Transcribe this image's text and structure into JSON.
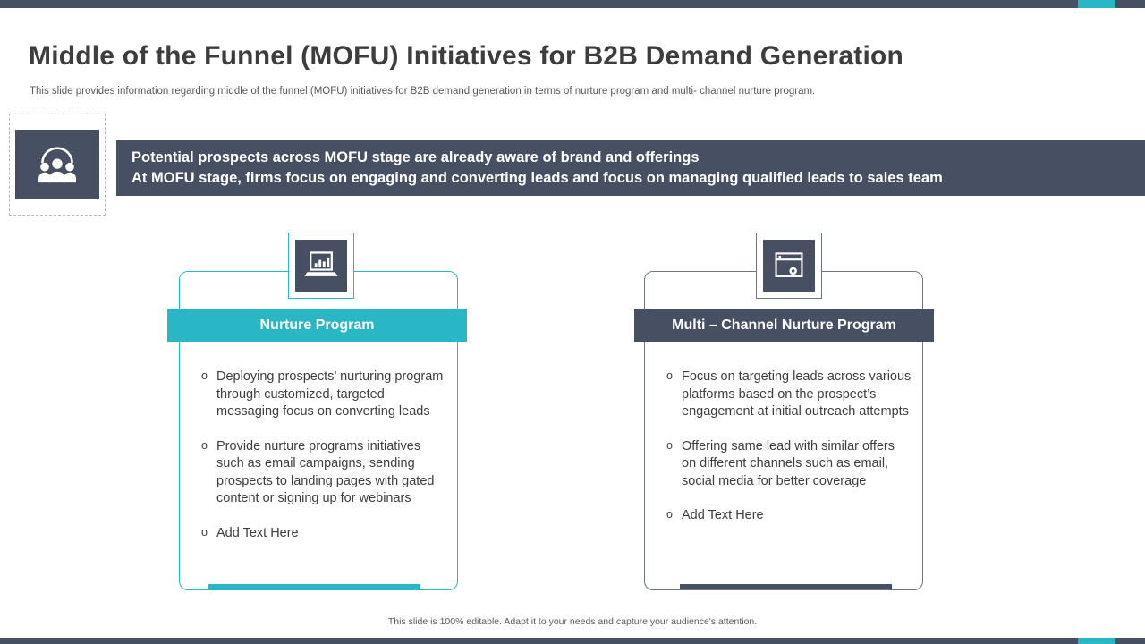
{
  "page": {
    "title": "Middle of the Funnel (MOFU) Initiatives for B2B Demand Generation",
    "subtitle": "This slide provides information regarding middle of the funnel (MOFU)  initiatives for B2B demand generation in terms of nurture program and multi- channel nurture program.",
    "footer": "This slide is 100% editable.  Adapt it to your needs and capture your audience's attention."
  },
  "banner": {
    "icon": "people-group-icon",
    "line1": "Potential prospects across MOFU stage are already aware of brand and offerings",
    "line2": "At MOFU stage, firms focus on engaging and converting leads and focus on managing qualified leads to sales team"
  },
  "cards": [
    {
      "title": "Nurture Program",
      "icon": "laptop-chart-icon",
      "accent": "#29B7C6",
      "bullets": [
        "Deploying prospects’ nurturing program through customized, targeted messaging focus on converting leads",
        "Provide nurture programs initiatives such as email campaigns, sending prospects to landing pages with gated content or signing up for webinars",
        "Add Text Here"
      ]
    },
    {
      "title": "Multi – Channel Nurture Program",
      "icon": "browser-gear-icon",
      "accent": "#474F63",
      "bullets": [
        "Focus on targeting leads across various platforms based on the prospect’s engagement at initial outreach attempts",
        "Offering same lead with similar offers on different channels such as email, social media for better coverage",
        "Add Text Here"
      ]
    }
  ],
  "colors": {
    "slate": "#474F63",
    "teal": "#29B7C6"
  }
}
